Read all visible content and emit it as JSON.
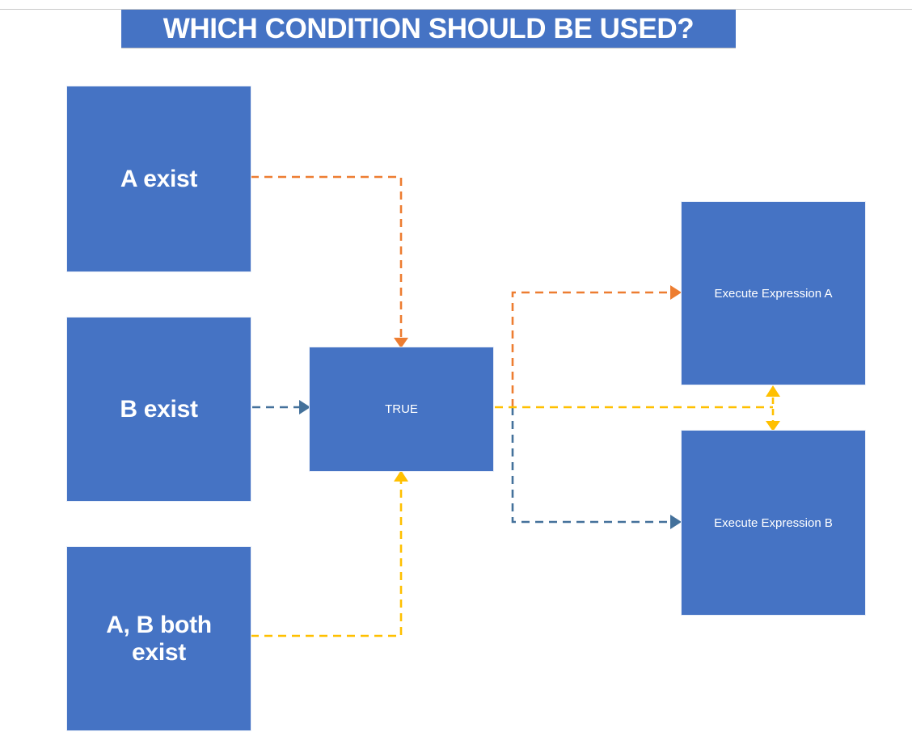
{
  "title": {
    "text": "WHICH CONDITION SHOULD BE USED?",
    "banner_color": "#4573c4",
    "text_color": "#ffffff"
  },
  "palette": {
    "node_fill": "#4573c4",
    "node_text": "#ffffff",
    "background": "#ffffff",
    "edge_orange": "#ed7d31",
    "edge_blue": "#44719b",
    "edge_yellow": "#ffc000",
    "top_rule": "#c9c9c9"
  },
  "nodes": {
    "a_exist": {
      "label": "A exist"
    },
    "b_exist": {
      "label": "B exist"
    },
    "ab_both_exist": {
      "label": "A, B both\nexist"
    },
    "ab_both_exist_line1": "A, B both",
    "ab_both_exist_line2": "exist",
    "condition": {
      "label": "TRUE"
    },
    "execute_a": {
      "label": "Execute Expression A"
    },
    "execute_b": {
      "label": "Execute Expression B"
    }
  },
  "edges": [
    {
      "name": "a-exist-to-true",
      "from": "a_exist",
      "to": "condition",
      "color": "#ed7d31",
      "style": "dashed",
      "arrowhead": "end",
      "path": "elbow-right-then-down"
    },
    {
      "name": "b-exist-to-true",
      "from": "b_exist",
      "to": "condition",
      "color": "#44719b",
      "style": "dashed",
      "arrowhead": "end",
      "path": "straight-right"
    },
    {
      "name": "ab-both-exist-to-true",
      "from": "ab_both_exist",
      "to": "condition",
      "color": "#ffc000",
      "style": "dashed",
      "arrowhead": "end",
      "path": "elbow-right-then-up"
    },
    {
      "name": "true-to-execute-a",
      "from": "condition",
      "to": "execute_a",
      "color": "#ed7d31",
      "style": "dashed",
      "arrowhead": "end",
      "path": "elbow-up-then-right"
    },
    {
      "name": "true-to-execute-b",
      "from": "condition",
      "to": "execute_b",
      "color": "#44719b",
      "style": "dashed",
      "arrowhead": "end",
      "path": "elbow-down-then-right"
    },
    {
      "name": "true-to-both-executes",
      "from": "condition",
      "to": "execute_a and execute_b",
      "color": "#ffc000",
      "style": "dashed",
      "arrowhead": "both-vertical",
      "path": "right-then-split-up-and-down"
    }
  ]
}
